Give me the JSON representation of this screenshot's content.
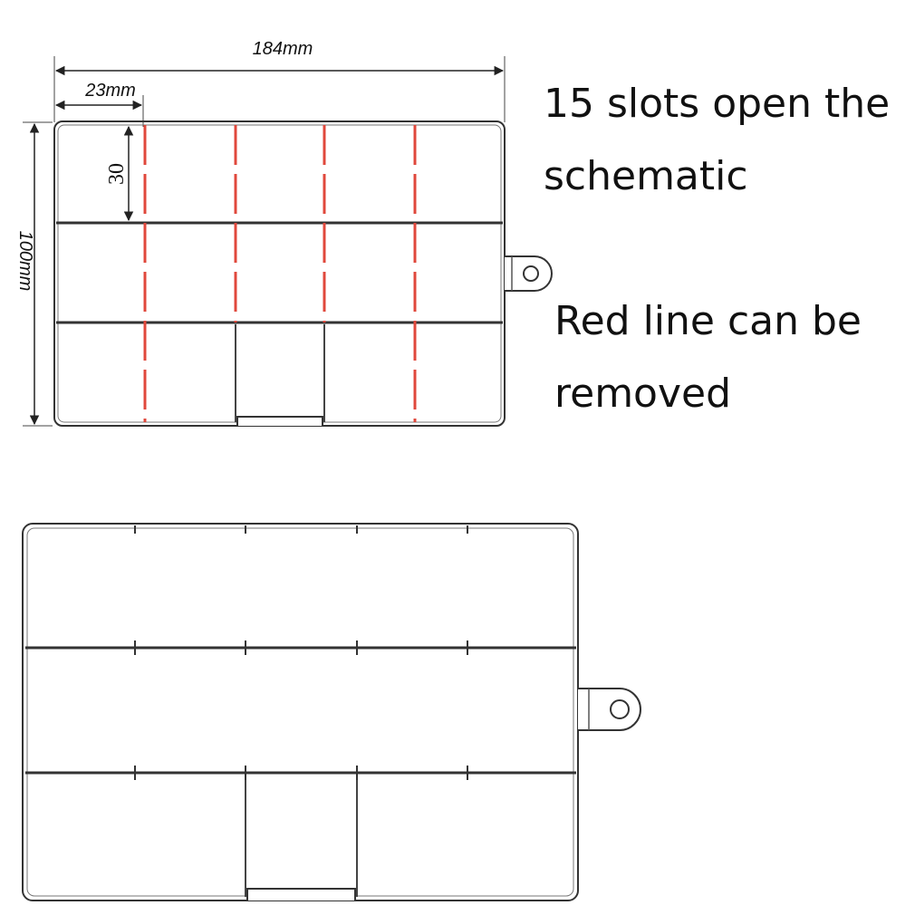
{
  "dimensions": {
    "width": "184mm",
    "slot_width": "23mm",
    "slot_height": "30",
    "height": "100mm"
  },
  "captions": {
    "top": "15 slots open the schematic",
    "bottom": "Red line can be removed"
  },
  "colors": {
    "outline": "#333333",
    "removable_divider": "#e0483c"
  }
}
